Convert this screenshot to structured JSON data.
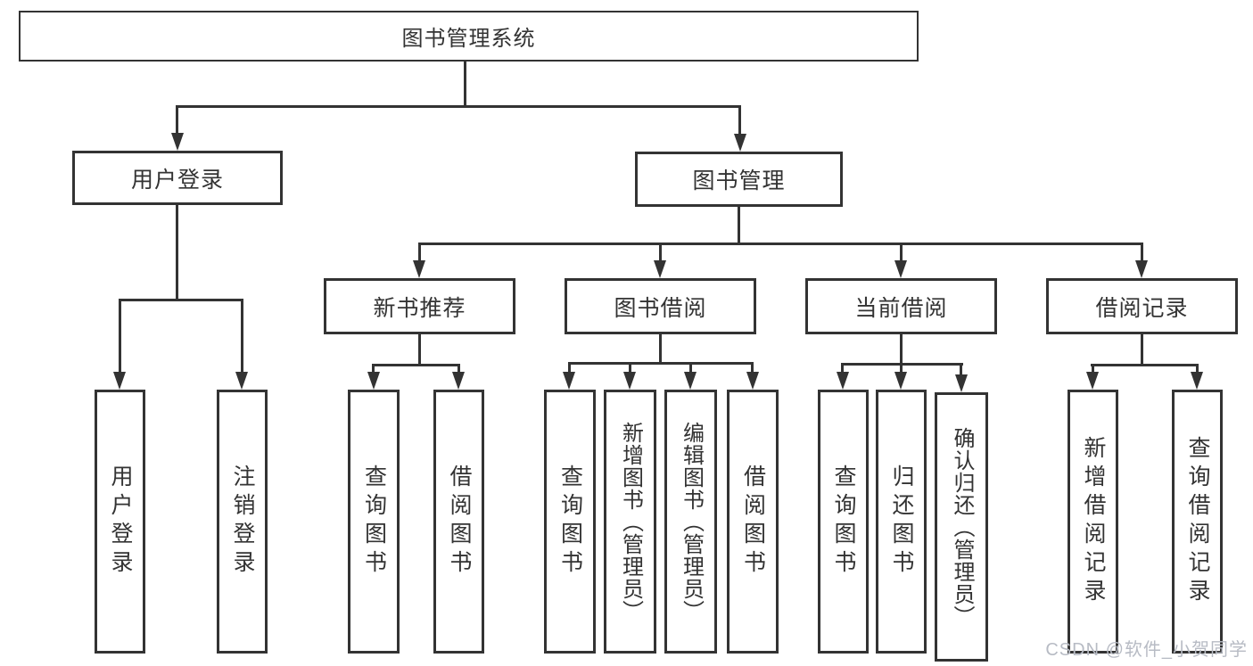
{
  "diagram_title": "图书管理系统",
  "nodes": {
    "root": "图书管理系统",
    "level2": [
      {
        "label": "用户登录",
        "children": [
          "用户登录",
          "注销登录"
        ]
      },
      {
        "label": "图书管理",
        "children": [
          {
            "label": "新书推荐",
            "children": [
              "查询图书",
              "借阅图书"
            ]
          },
          {
            "label": "图书借阅",
            "children": [
              "查询图书",
              "新增图书（管理员）",
              "编辑图书（管理员）",
              "借阅图书"
            ]
          },
          {
            "label": "当前借阅",
            "children": [
              "查询图书",
              "归还图书",
              "确认归还（管理员）"
            ]
          },
          {
            "label": "借阅记录",
            "children": [
              "新增借阅记录",
              "查询借阅记录"
            ]
          }
        ]
      }
    ]
  },
  "watermark": "CSDN @软件_小贺同学",
  "colors": {
    "line": "#333333",
    "text": "#333333",
    "background": "#ffffff",
    "watermark": "#b7bbc4"
  }
}
